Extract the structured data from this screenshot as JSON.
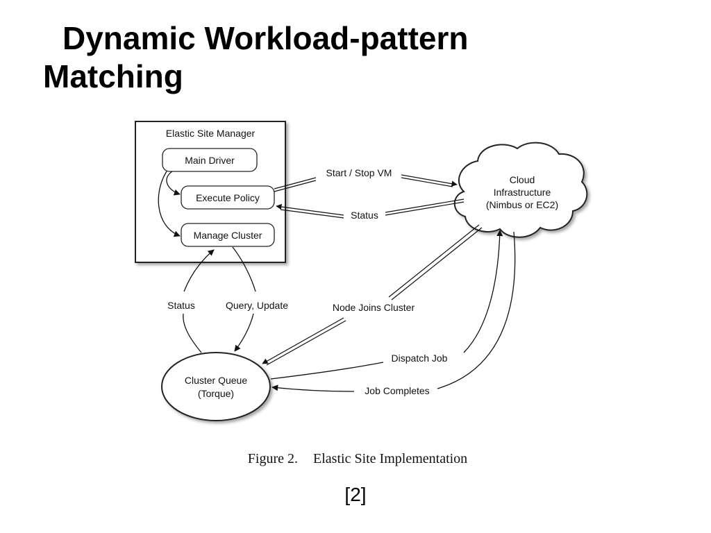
{
  "slide": {
    "title_line1": "Dynamic Workload-pattern",
    "title_line2": "Matching",
    "reference": "[2]"
  },
  "figure": {
    "label": "Figure 2.",
    "title": "Elastic Site Implementation"
  },
  "diagram": {
    "manager": {
      "title": "Elastic Site Manager",
      "main_driver": "Main Driver",
      "execute_policy": "Execute Policy",
      "manage_cluster": "Manage Cluster"
    },
    "cloud": {
      "line1": "Cloud",
      "line2": "Infrastructure",
      "line3": "(Nimbus or EC2)"
    },
    "queue": {
      "line1": "Cluster Queue",
      "line2": "(Torque)"
    },
    "edges": {
      "start_stop_vm": "Start / Stop VM",
      "status_cloud": "Status",
      "status_queue": "Status",
      "query_update": "Query, Update",
      "node_joins": "Node Joins Cluster",
      "dispatch_job": "Dispatch Job",
      "job_completes": "Job Completes"
    }
  }
}
